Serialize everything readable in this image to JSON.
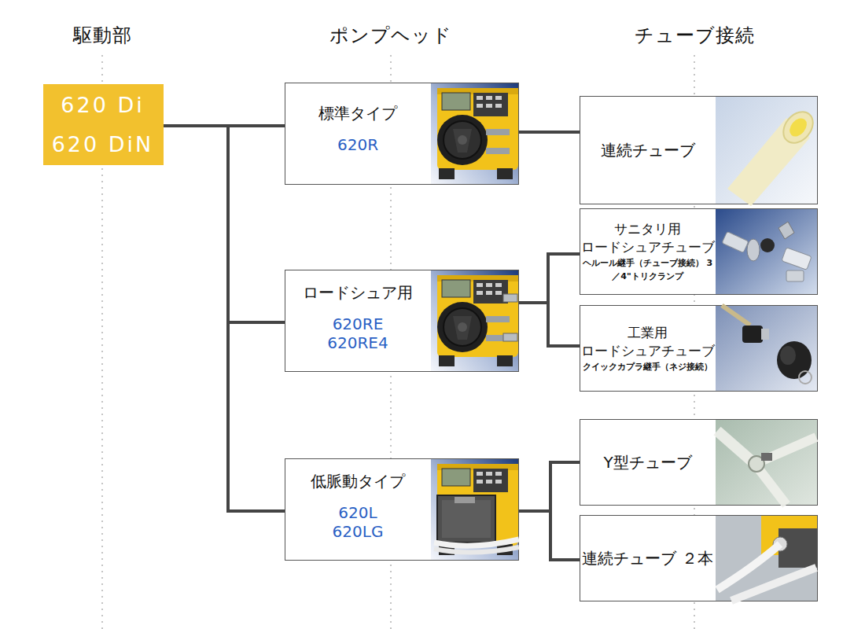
{
  "diagram": {
    "nodes": [
      {
        "text": [
          "620 Di",
          "620 DiN"
        ]
      },
      {
        "text": [
          "標準タイプ",
          "620R"
        ]
      },
      {
        "text": [
          "ロードシュア用",
          "620RE 620RE4"
        ]
      },
      {
        "text": [
          "低脈動タイプ",
          "620L 620LG"
        ]
      },
      {
        "text": [
          "連続チューブ"
        ]
      },
      {
        "text": [
          "サニタリ用 ロードシュアチューブ",
          "ヘルール継手（チューブ接続） 3／4\"トリクランプ"
        ]
      },
      {
        "text": [
          "工業用 ロードシュアチューブ",
          "クイックカプラ継手（ネジ接続）"
        ]
      },
      {
        "text": [
          "Y型チューブ"
        ]
      },
      {
        "text": [
          "連続チューブ ２本"
        ]
      }
    ],
    "edges": [
      {
        "from": 0,
        "to": 1,
        "arrow": "none"
      },
      {
        "from": 0,
        "to": 2,
        "arrow": "none"
      },
      {
        "from": 0,
        "to": 3,
        "arrow": "none"
      },
      {
        "from": 1,
        "to": 4,
        "arrow": "none"
      },
      {
        "from": 2,
        "to": 5,
        "arrow": "none"
      },
      {
        "from": 2,
        "to": 6,
        "arrow": "none"
      },
      {
        "from": 3,
        "to": 7,
        "arrow": "none"
      },
      {
        "from": 3,
        "to": 8,
        "arrow": "none"
      }
    ],
    "labels": [
      "駆動部",
      "ポンプヘッド",
      "チューブ接続"
    ]
  }
}
